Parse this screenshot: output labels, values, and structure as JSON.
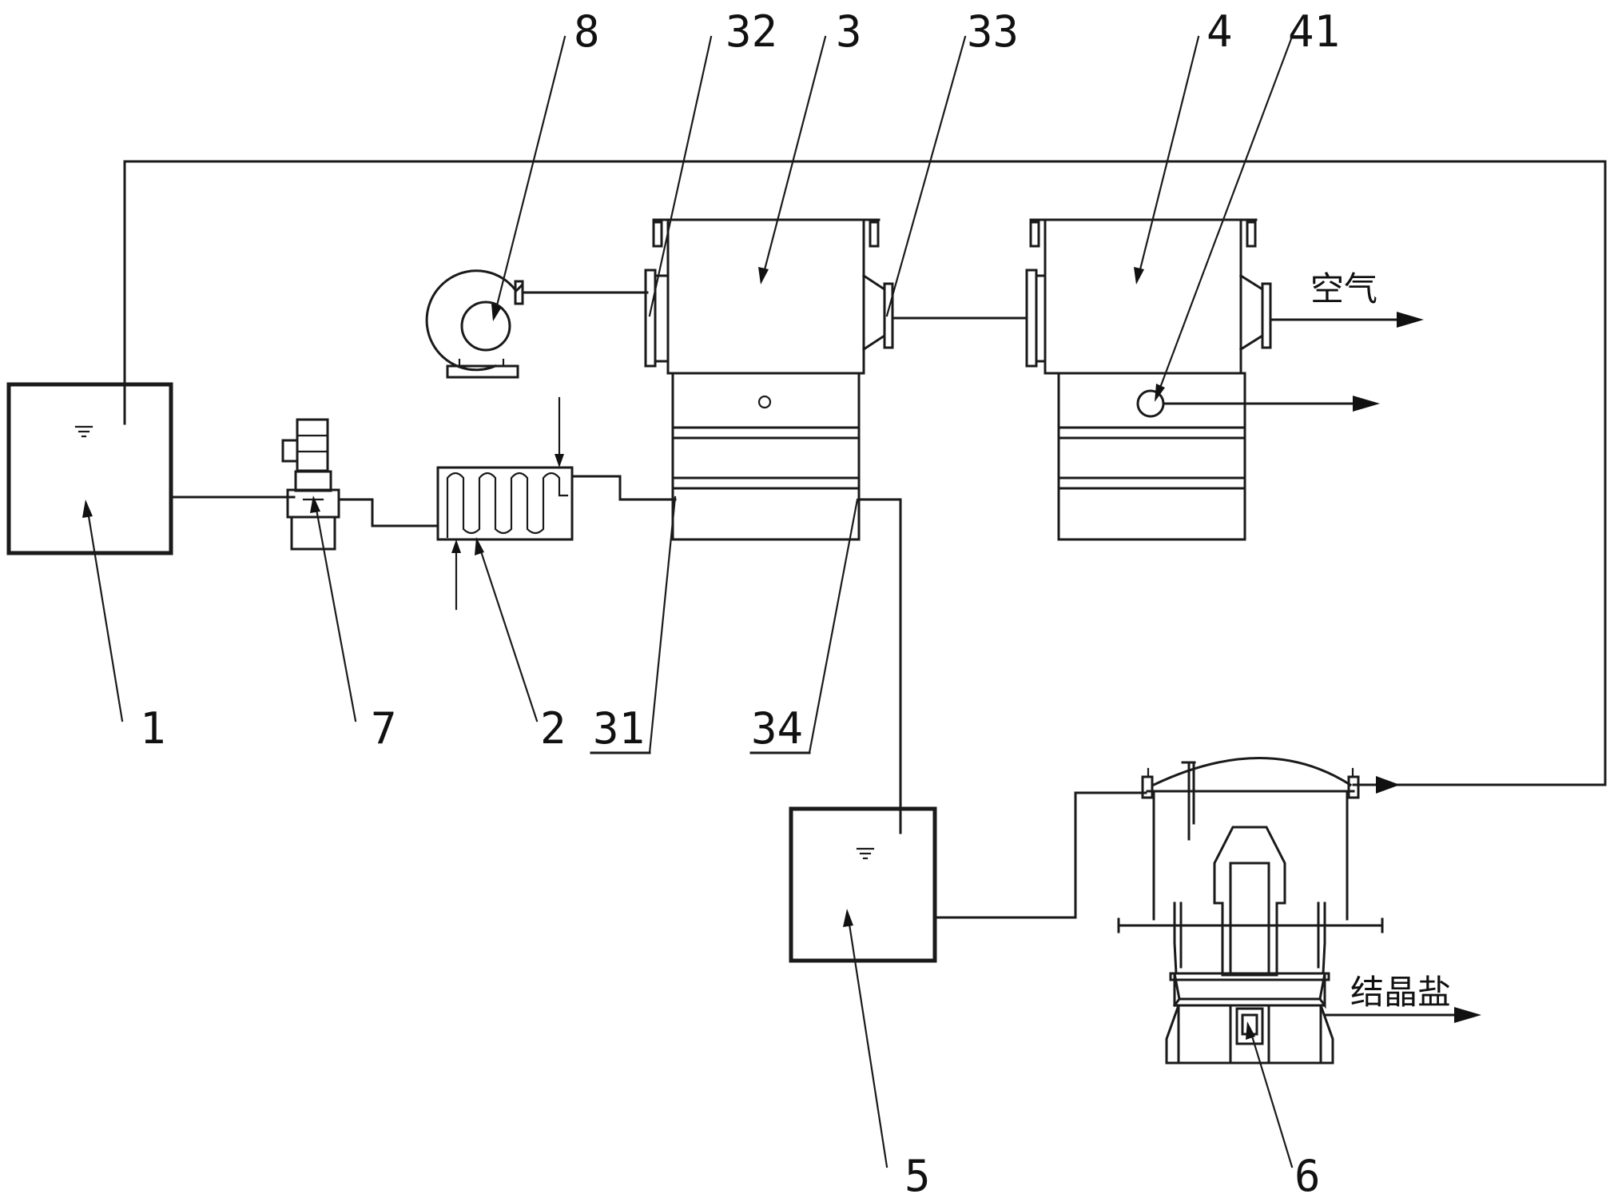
{
  "labels": {
    "tank1": "1",
    "heat_exchanger": "2",
    "evaporator": "3",
    "separator": "4",
    "tank5": "5",
    "centrifuge": "6",
    "pump": "7",
    "fan": "8",
    "evaporator_bottom_inlet": "31",
    "evaporator_air_inlet": "32",
    "evaporator_air_outlet": "33",
    "evaporator_bottom_outlet": "34",
    "separator_drain": "41"
  },
  "outputs": {
    "air": "空气",
    "crystal_salt": "结晶盐"
  }
}
